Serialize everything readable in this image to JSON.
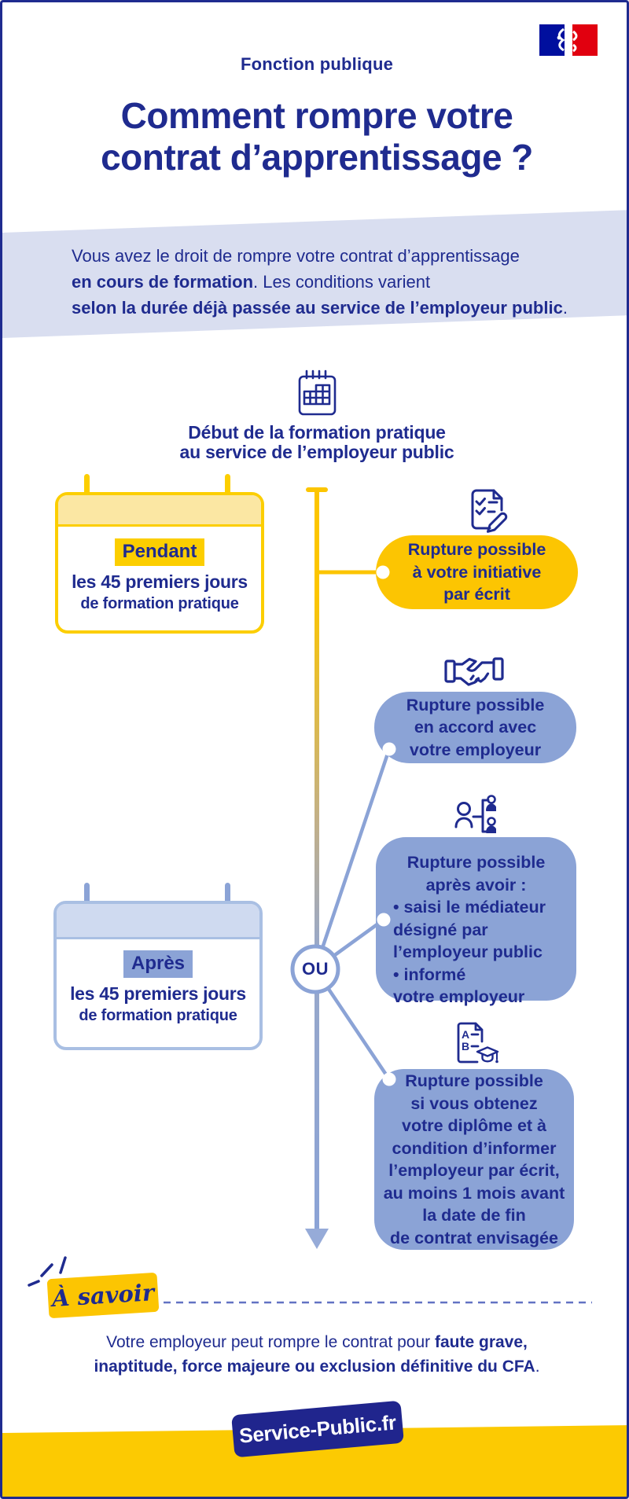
{
  "header": {
    "brand": "Fonction publique",
    "title": "Comment rompre votre\ncontrat d’apprentissage ?",
    "logo": "french-republic-flag"
  },
  "intro": {
    "l1": "Vous avez le droit de rompre votre contrat d’apprentissage",
    "l2_bold": "en cours de formation",
    "l2_rest": ". Les conditions varient",
    "l3_bold": "selon la durée déjà passée au service de l’employeur public",
    "l3_rest": "."
  },
  "timeline": {
    "start_heading": "Début de la formation pratique\nau service de l’employeur public",
    "or_label": "OU"
  },
  "cards": {
    "pendant": {
      "label": "Pendant",
      "line1": "les 45 premiers jours",
      "line2": "de formation pratique"
    },
    "apres": {
      "label": "Après",
      "line1": "les 45 premiers jours",
      "line2": "de formation pratique"
    }
  },
  "bubbles": {
    "b1": {
      "lines": "Rupture possible\nà votre initiative\npar écrit"
    },
    "b2": {
      "lines": "Rupture possible\nen accord avec\nvotre employeur"
    },
    "b3": {
      "head": "Rupture possible\naprès avoir :",
      "list": "• saisi le médiateur\ndésigné par\nl’employeur public\n• informé\nvotre employeur"
    },
    "b4": {
      "lines": "Rupture possible\nsi vous obtenez\nvotre diplôme et à\ncondition d’informer\nl’employeur par écrit,\nau moins 1 mois avant\nla date de fin\nde contrat envisagée"
    }
  },
  "note": {
    "badge": "À savoir",
    "l1": "Votre employeur peut rompre le contrat pour ",
    "l1_bold": "faute grave,",
    "l2_bold": "inaptitude, force majeure ou exclusion définitive du CFA",
    "l2_rest": "."
  },
  "footer": {
    "site": "Service-Public.fr"
  },
  "icons": {
    "calendar_start": "calendar-grid-icon",
    "bubble1": "checklist-pencil-icon",
    "bubble2": "handshake-icon",
    "bubble3": "mediator-people-icon",
    "bubble4": "diploma-document-icon",
    "diploma_letter1": "A",
    "diploma_letter2": "B"
  },
  "colors": {
    "navy_text": "#1f2b8f",
    "footer_navy": "#20258d",
    "yellow": "#fcce00",
    "bubble_yellow": "#fcc502",
    "bubble_blue": "#8ba3d6",
    "band_lavender": "#d9def0",
    "cal_blue_border": "#a9bfe3",
    "cal_blue_header": "#cfdaf0",
    "cal_yellow_header": "#fbe7a3",
    "flag_blue": "#000f9e",
    "flag_red": "#e1000f",
    "bottom_band_yellow": "#fcca02"
  }
}
